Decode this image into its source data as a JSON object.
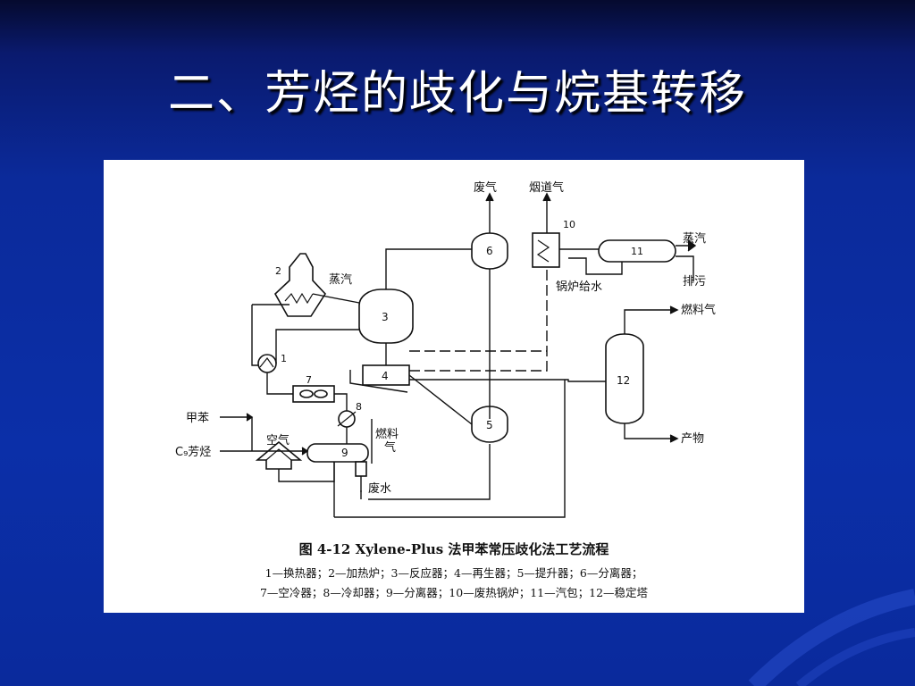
{
  "slide": {
    "title": "二、芳烃的歧化与烷基转移"
  },
  "labels": {
    "waste_gas": "废气",
    "flue_gas": "烟道气",
    "steam_top_right": "蒸汽",
    "blowdown": "排污",
    "boiler_feed_water": "锅炉给水",
    "steam_left": "蒸汽",
    "fuel_gas_right": "燃料气",
    "product": "产物",
    "toluene": "甲苯",
    "c9_aromatics": "C₉芳烃",
    "air": "空气",
    "fuel_gas_mid_1": "燃料",
    "fuel_gas_mid_2": "气",
    "waste_water": "废水",
    "n1": "1",
    "n2": "2",
    "n3": "3",
    "n4": "4",
    "n5": "5",
    "n6": "6",
    "n7": "7",
    "n8": "8",
    "n9": "9",
    "n10": "10",
    "n11": "11",
    "n12": "12"
  },
  "caption": {
    "title": "图 4-12   Xylene-Plus 法甲苯常压歧化法工艺流程",
    "line1": "1—换热器；2—加热炉；3—反应器；4—再生器；5—提升器；6—分离器；",
    "line2": "7—空冷器；8—冷却器；9—分离器；10—废热锅炉；11—汽包；12—稳定塔"
  }
}
